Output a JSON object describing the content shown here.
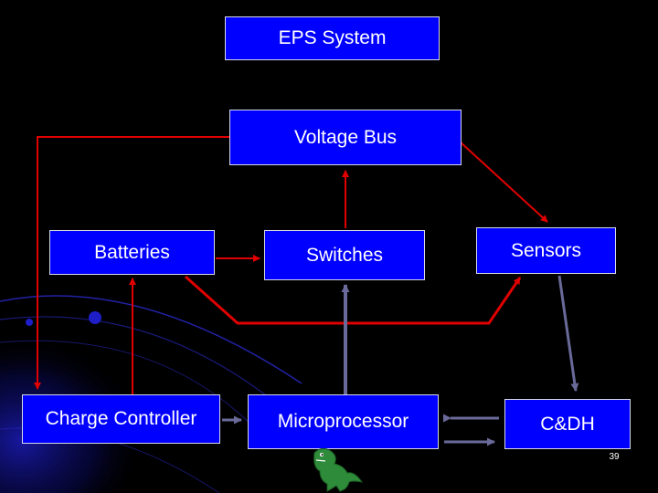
{
  "diagram": {
    "nodes": {
      "eps_system": "EPS System",
      "voltage_bus": "Voltage Bus",
      "batteries": "Batteries",
      "switches": "Switches",
      "sensors": "Sensors",
      "charge_controller": "Charge Controller",
      "microprocessor": "Microprocessor",
      "cdh": "C&DH"
    },
    "edges": [
      {
        "from": "voltage_bus",
        "to": "charge_controller",
        "color": "red"
      },
      {
        "from": "switches",
        "to": "voltage_bus",
        "color": "red"
      },
      {
        "from": "voltage_bus",
        "to": "sensors",
        "color": "red"
      },
      {
        "from": "batteries",
        "to": "switches",
        "color": "red"
      },
      {
        "from": "charge_controller",
        "to": "batteries",
        "color": "red"
      },
      {
        "from": "batteries",
        "to": "sensors",
        "color": "red"
      },
      {
        "from": "microprocessor",
        "to": "switches",
        "color": "slate"
      },
      {
        "from": "sensors",
        "to": "cdh",
        "color": "slate"
      },
      {
        "from": "microprocessor",
        "to": "cdh",
        "color": "slate",
        "bidirectional": true
      },
      {
        "from": "charge_controller",
        "to": "microprocessor",
        "color": "slate"
      }
    ]
  },
  "page_number": "39",
  "colors": {
    "background": "#000000",
    "box_fill": "#0000ff",
    "box_border": "#d8d8e8",
    "box_text": "#ffffff",
    "red_arrow": "#e00000",
    "slate_arrow": "#6a6a9a",
    "mascot": "#2e8b3a"
  },
  "icons": {
    "mascot": "dinosaur-icon"
  }
}
